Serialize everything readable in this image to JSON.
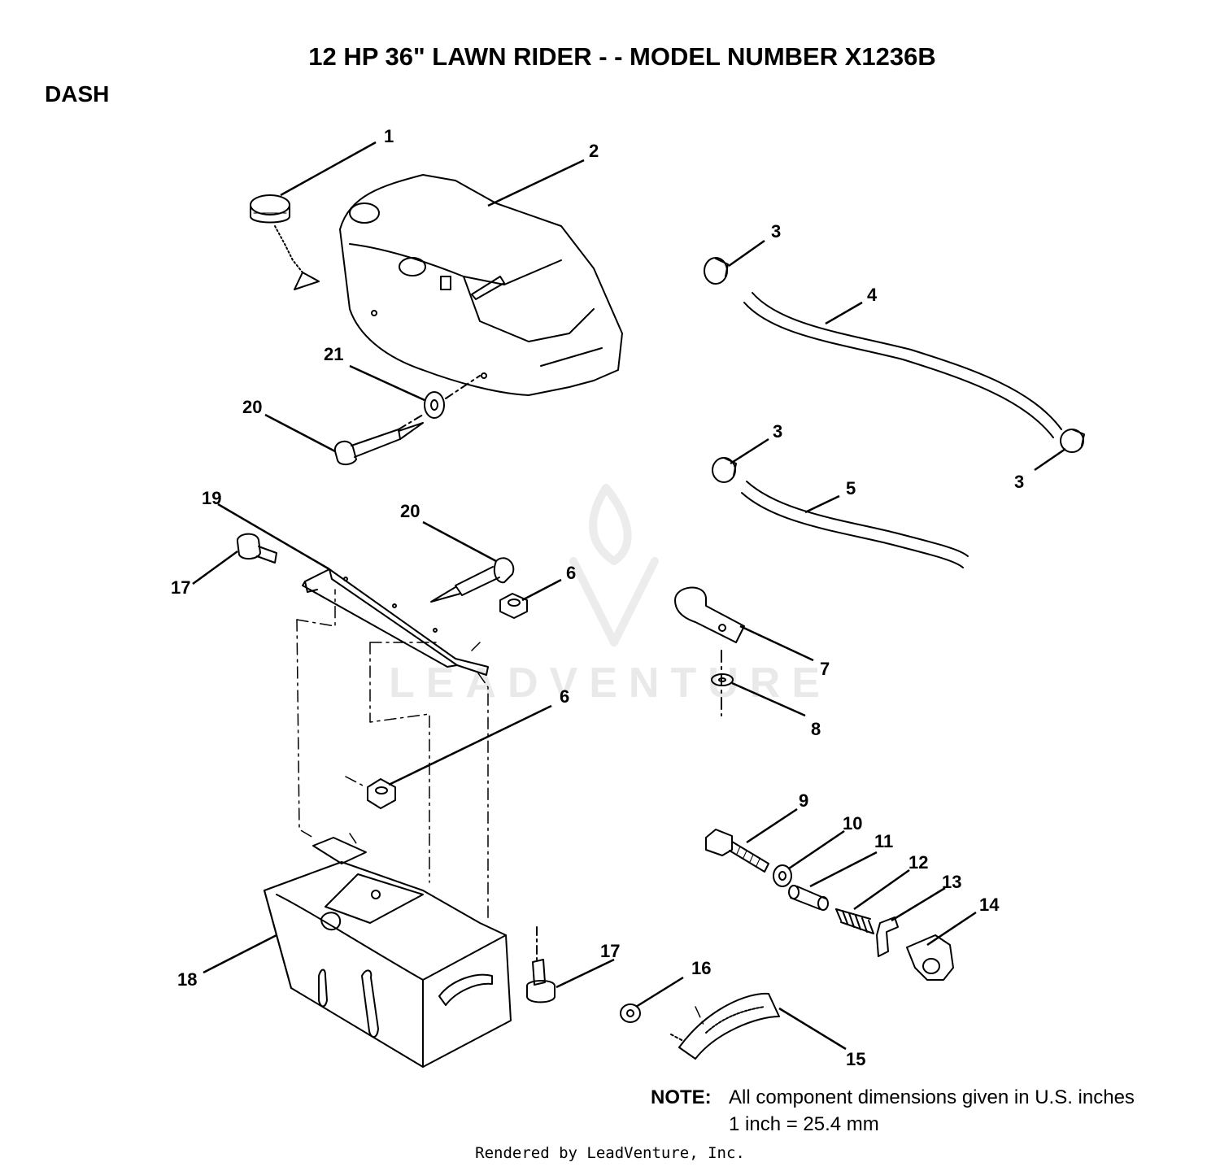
{
  "header": {
    "title": "12 HP 36\" LAWN RIDER - - MODEL NUMBER X1236B",
    "section": "DASH"
  },
  "callouts": [
    {
      "id": "c1",
      "label": "1"
    },
    {
      "id": "c2",
      "label": "2"
    },
    {
      "id": "c3a",
      "label": "3"
    },
    {
      "id": "c3b",
      "label": "3"
    },
    {
      "id": "c3c",
      "label": "3"
    },
    {
      "id": "c4",
      "label": "4"
    },
    {
      "id": "c5",
      "label": "5"
    },
    {
      "id": "c6a",
      "label": "6"
    },
    {
      "id": "c6b",
      "label": "6"
    },
    {
      "id": "c7",
      "label": "7"
    },
    {
      "id": "c8",
      "label": "8"
    },
    {
      "id": "c9",
      "label": "9"
    },
    {
      "id": "c10",
      "label": "10"
    },
    {
      "id": "c11",
      "label": "11"
    },
    {
      "id": "c12",
      "label": "12"
    },
    {
      "id": "c13",
      "label": "13"
    },
    {
      "id": "c14",
      "label": "14"
    },
    {
      "id": "c15",
      "label": "15"
    },
    {
      "id": "c16",
      "label": "16"
    },
    {
      "id": "c17a",
      "label": "17"
    },
    {
      "id": "c17b",
      "label": "17"
    },
    {
      "id": "c18",
      "label": "18"
    },
    {
      "id": "c19",
      "label": "19"
    },
    {
      "id": "c20a",
      "label": "20"
    },
    {
      "id": "c20b",
      "label": "20"
    },
    {
      "id": "c21",
      "label": "21"
    }
  ],
  "watermark": "LEADVENTURE",
  "note": {
    "label": "NOTE:",
    "line1": "All component dimensions given in U.S. inches",
    "line2": "1 inch = 25.4 mm"
  },
  "footer": "Rendered by LeadVenture, Inc."
}
